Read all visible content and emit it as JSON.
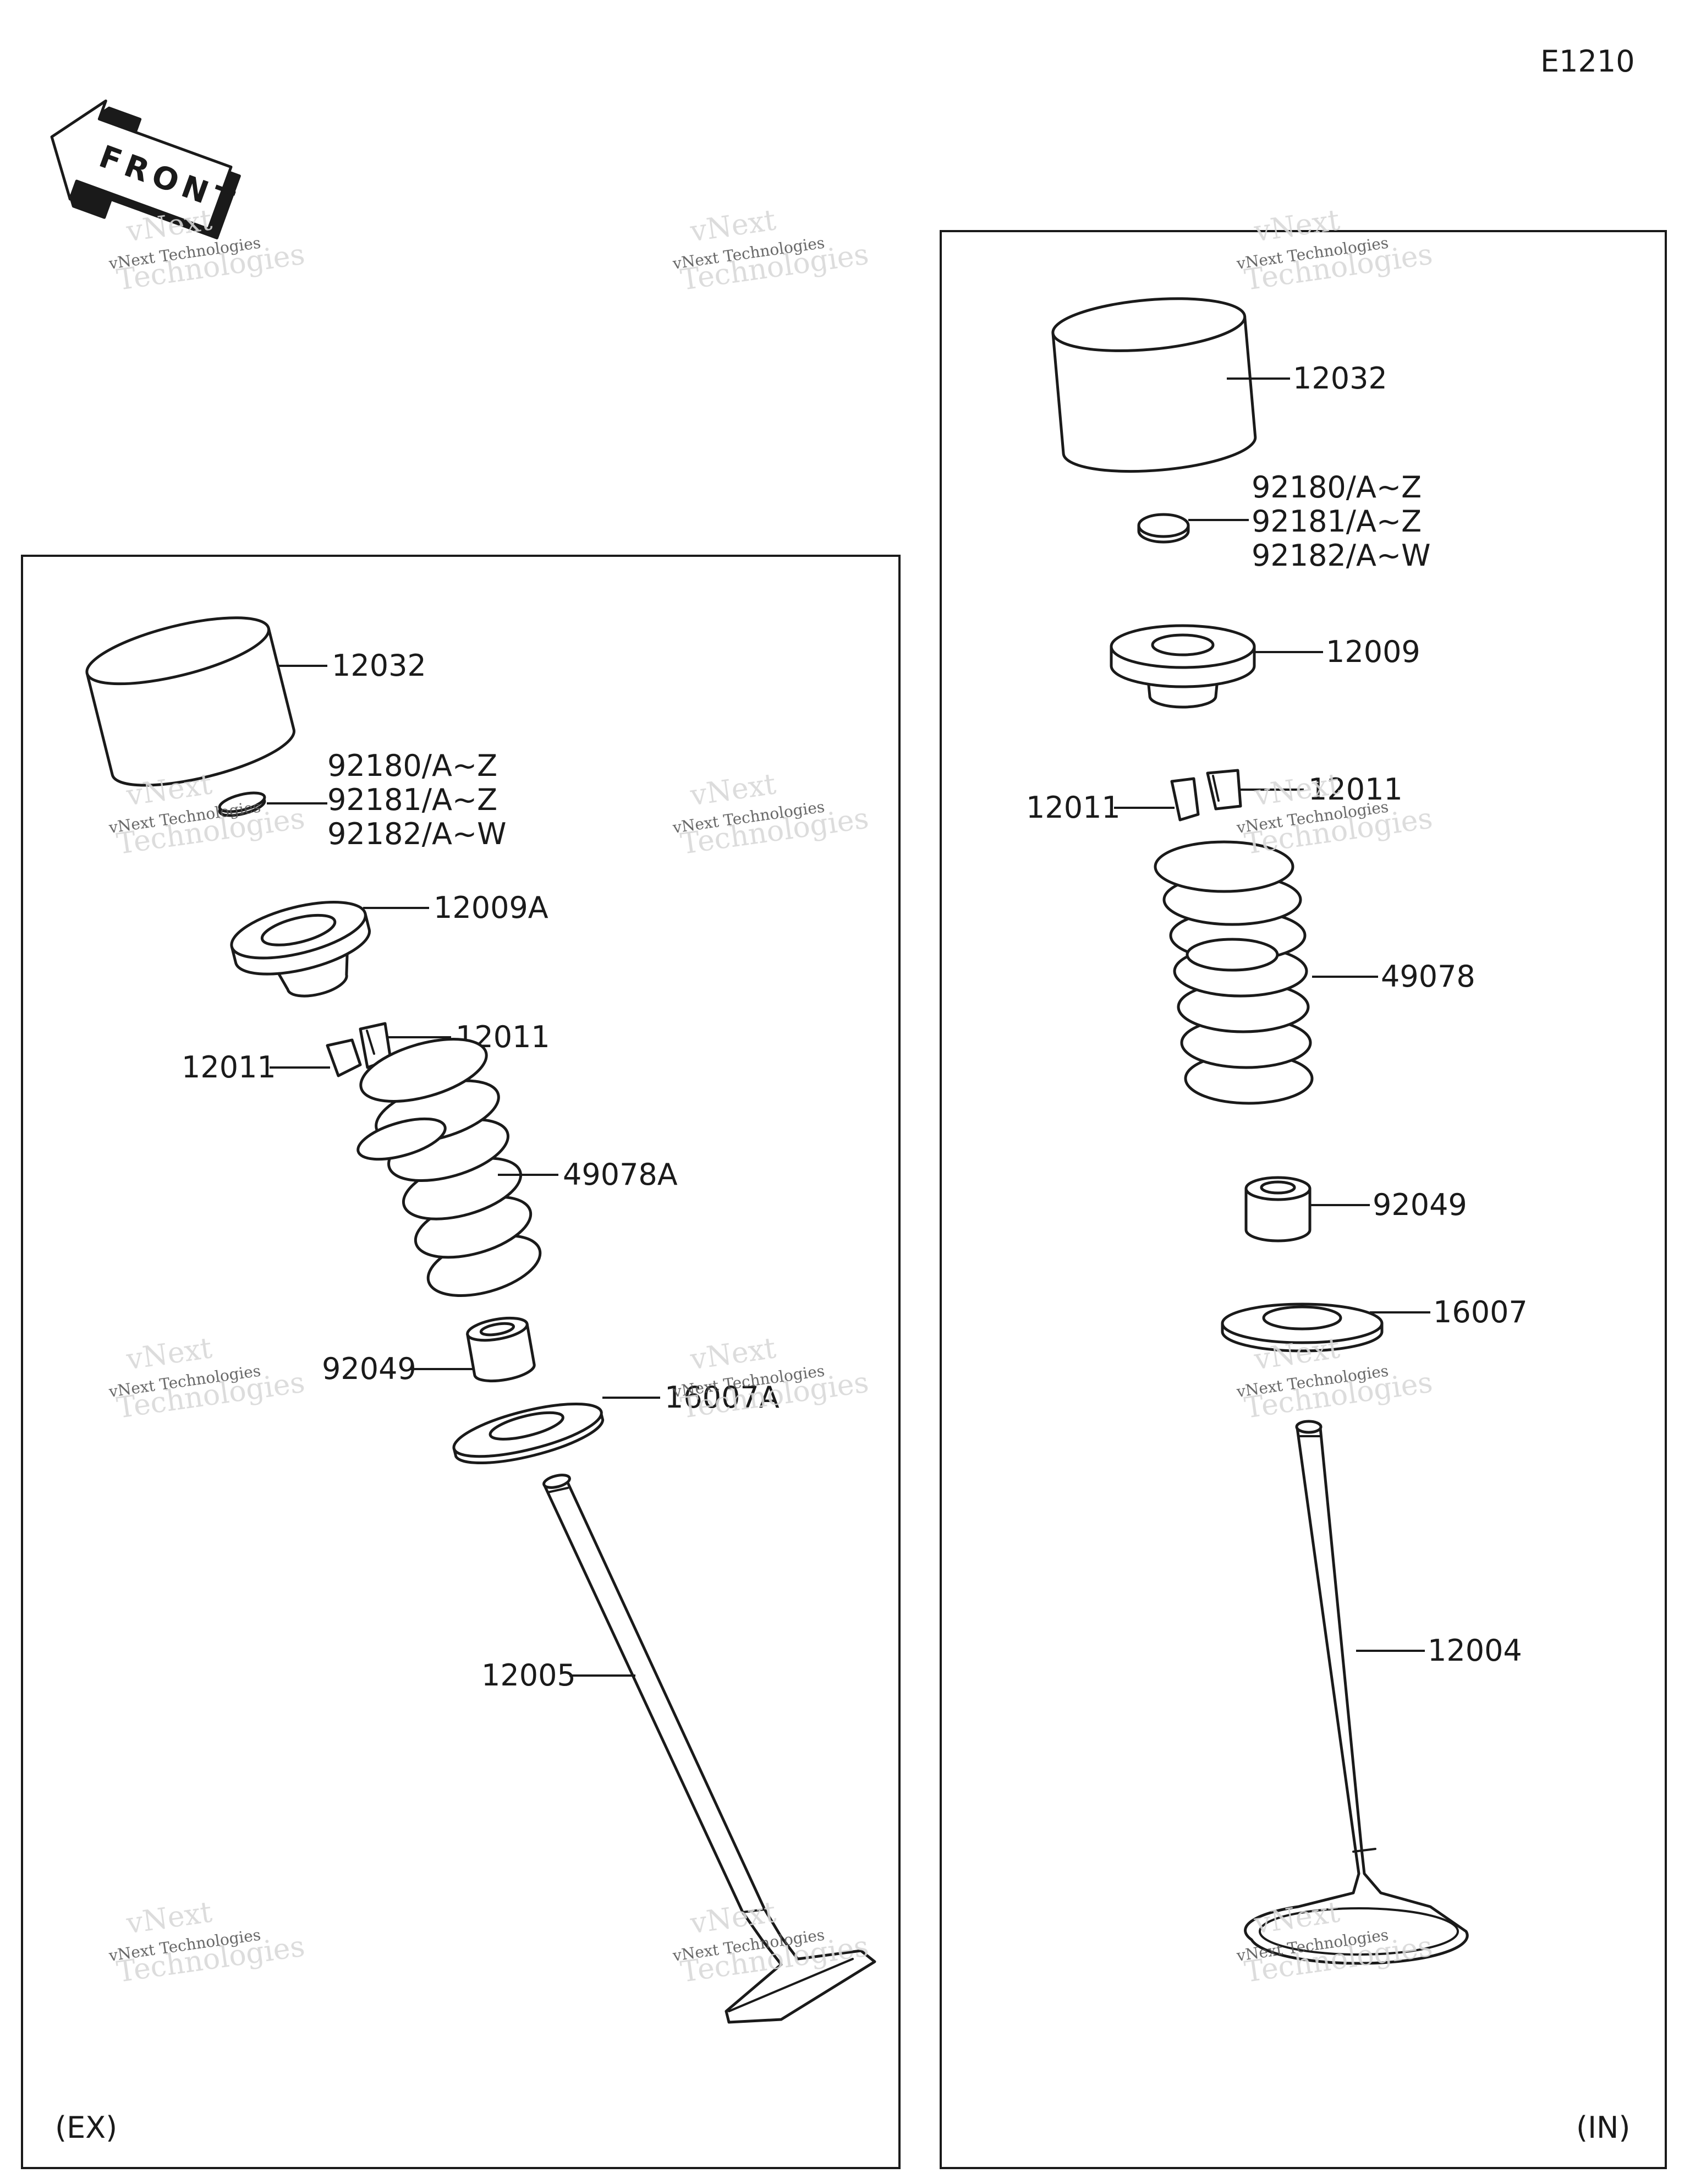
{
  "diagram_code": "E1210",
  "front_arrow": {
    "label": "FRONT",
    "icon": "front-direction-arrow-icon"
  },
  "exhaust_panel": {
    "caption": "(EX)",
    "labels": {
      "lifter": "12032",
      "shim_1": "92180/A~Z",
      "shim_2": "92181/A~Z",
      "shim_3": "92182/A~W",
      "retainer": "12009A",
      "cotter_right": "12011",
      "cotter_left": "12011",
      "spring": "49078A",
      "stem_seal": "92049",
      "spring_seat": "16007A",
      "valve": "12005"
    }
  },
  "intake_panel": {
    "caption": "(IN)",
    "labels": {
      "lifter": "12032",
      "shim_1": "92180/A~Z",
      "shim_2": "92181/A~Z",
      "shim_3": "92182/A~W",
      "retainer": "12009",
      "cotter_right": "12011",
      "cotter_left": "12011",
      "spring": "49078",
      "stem_seal": "92049",
      "spring_seat": "16007",
      "valve": "12004"
    }
  },
  "watermark": {
    "line1": "vNext Technologies",
    "line2": "vNext",
    "line3": "Technologies"
  }
}
